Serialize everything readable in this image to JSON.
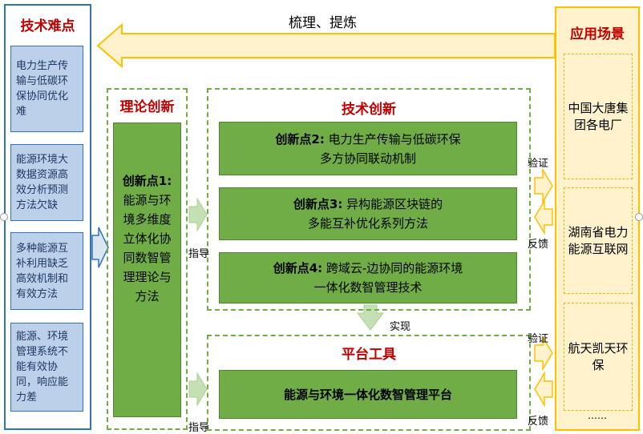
{
  "top_arrow_label": "梳理、提炼",
  "difficulties": {
    "title": "技术难点",
    "items": [
      "电力生产传输与低碳环保协同优化难",
      "能源环境大数据资源高效分析预测方法欠缺",
      "多种能源互补利用缺乏高效机制和有效方法",
      "能源、环境管理系统不能有效协同，响应能力差"
    ]
  },
  "theory": {
    "title": "理论创新",
    "card_head": "创新点1:",
    "card_body": "能源与环境多维度立体化协同数智管理理论与方法"
  },
  "tech": {
    "title": "技术创新",
    "cards": [
      {
        "head": "创新点2:",
        "line1": " 电力生产传输与低碳环保",
        "line2": "多方协同联动机制"
      },
      {
        "head": "创新点3:",
        "line1": " 异构能源区块链的",
        "line2": "多能互补优化系列方法"
      },
      {
        "head": "创新点4:",
        "line1": " 跨域云-边协同的能源环境",
        "line2": "一体化数智管理技术"
      }
    ]
  },
  "platform": {
    "title": "平台工具",
    "card": "能源与环境一体化数智管理平台"
  },
  "labels": {
    "guide_top": "指导",
    "guide_bottom": "指导",
    "realize": "实现",
    "verify_top": "验证",
    "feedback_top": "反馈",
    "verify_bottom": "验证",
    "feedback_bottom": "反馈"
  },
  "applications": {
    "title": "应用场景",
    "items": [
      "中国大唐集团各电厂",
      "湖南省电力能源互联网",
      "航天凯天环保"
    ],
    "more": "……"
  },
  "colors": {
    "accent_red": "#c00000",
    "blue_border": "#2e75b6",
    "blue_fill": "#bcd0ea",
    "green": "#70ad47",
    "light_green": "#c5e0b4",
    "yellow_fill": "#fff2cc",
    "yellow_border": "#ffc000"
  }
}
